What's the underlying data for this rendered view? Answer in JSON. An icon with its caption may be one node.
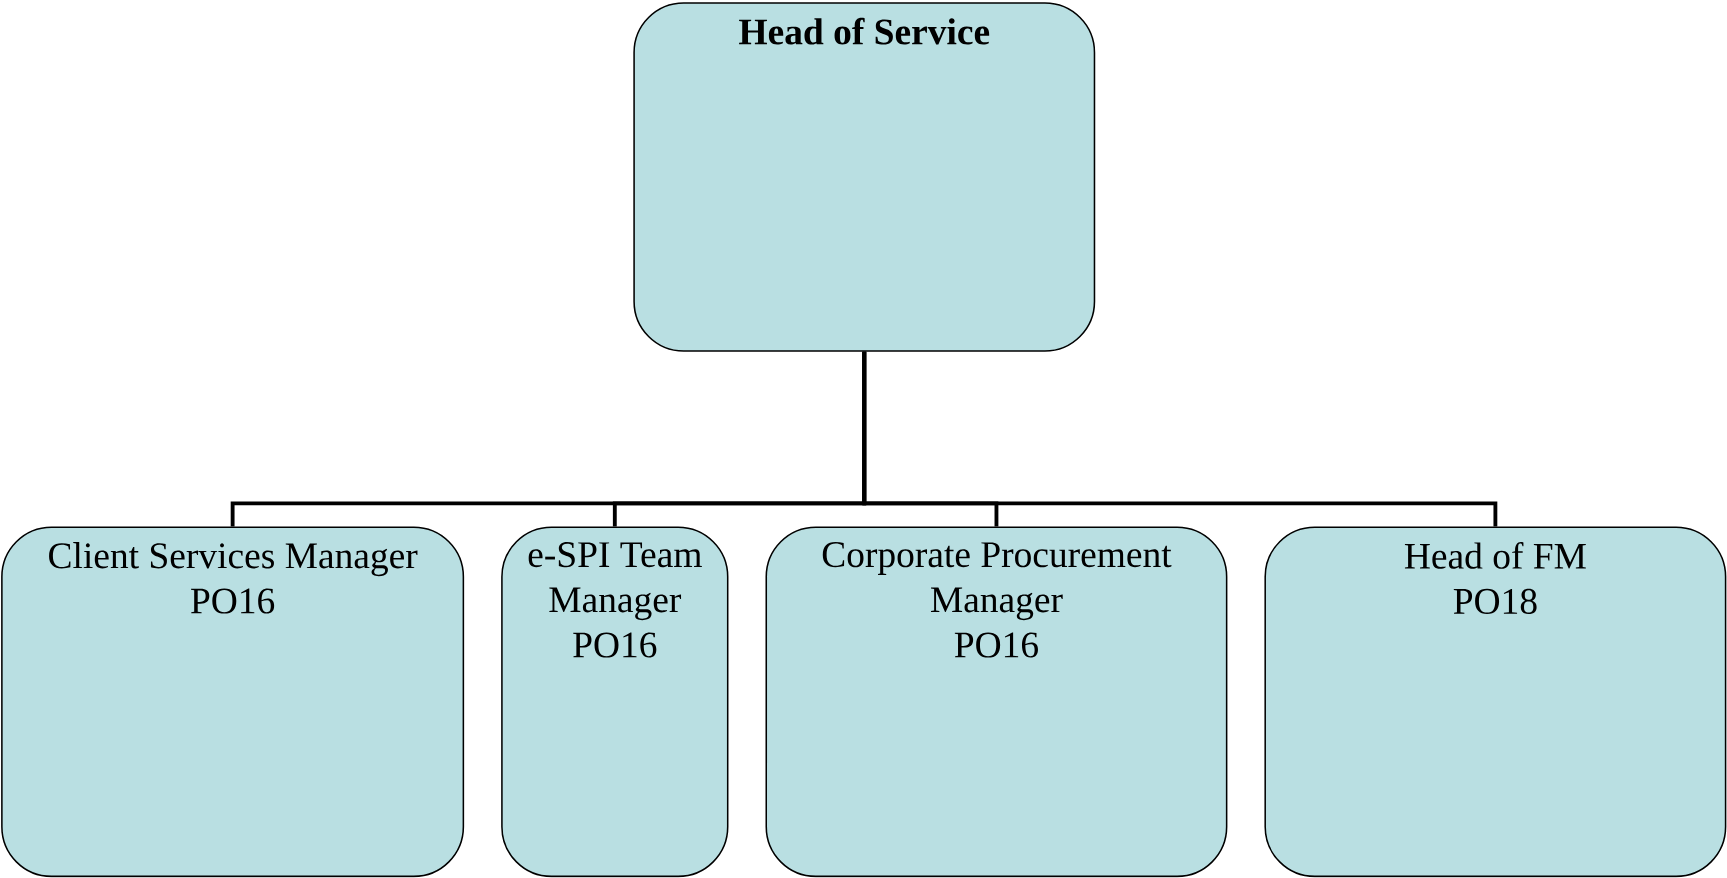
{
  "diagram": {
    "nodes": [
      {
        "text": [
          "Head of Service"
        ]
      },
      {
        "text": [
          "Client Services Manager",
          "PO16"
        ]
      },
      {
        "text": [
          "e-SPI Team Manager",
          "PO16"
        ]
      },
      {
        "text": [
          "Corporate Procurement Manager",
          "PO16"
        ]
      },
      {
        "text": [
          "Head of FM",
          "PO18"
        ]
      }
    ],
    "edges": [
      {
        "from": 0,
        "to": 1,
        "arrow": "none"
      },
      {
        "from": 0,
        "to": 2,
        "arrow": "none"
      },
      {
        "from": 0,
        "to": 3,
        "arrow": "none"
      },
      {
        "from": 0,
        "to": 4,
        "arrow": "none"
      }
    ]
  }
}
